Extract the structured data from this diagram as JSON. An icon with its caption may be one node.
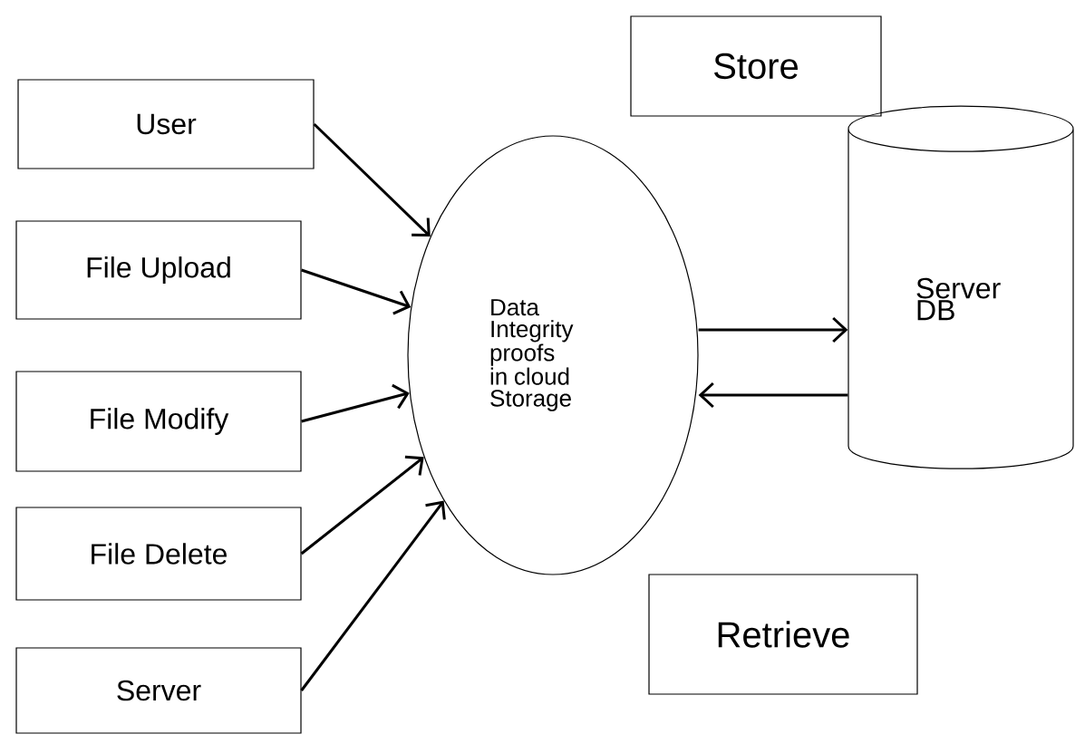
{
  "diagram": {
    "nodes": [
      {
        "text": [
          "User"
        ]
      },
      {
        "text": [
          "File Upload"
        ]
      },
      {
        "text": [
          "File Modify"
        ]
      },
      {
        "text": [
          "File Delete"
        ]
      },
      {
        "text": [
          "Server"
        ]
      },
      {
        "text": [
          "Data Integrity proofs in cloud Storage"
        ]
      },
      {
        "text": [
          "Store"
        ]
      },
      {
        "text": [
          "Server DB"
        ]
      },
      {
        "text": [
          "Retrieve"
        ]
      }
    ],
    "edges": [
      {
        "from": 0,
        "to": 5,
        "arrow": "to"
      },
      {
        "from": 1,
        "to": 5,
        "arrow": "to"
      },
      {
        "from": 2,
        "to": 5,
        "arrow": "to"
      },
      {
        "from": 3,
        "to": 5,
        "arrow": "to"
      },
      {
        "from": 4,
        "to": 5,
        "arrow": "to"
      },
      {
        "from": 5,
        "to": 7,
        "arrow": "to"
      },
      {
        "from": 7,
        "to": 5,
        "arrow": "to"
      }
    ]
  }
}
